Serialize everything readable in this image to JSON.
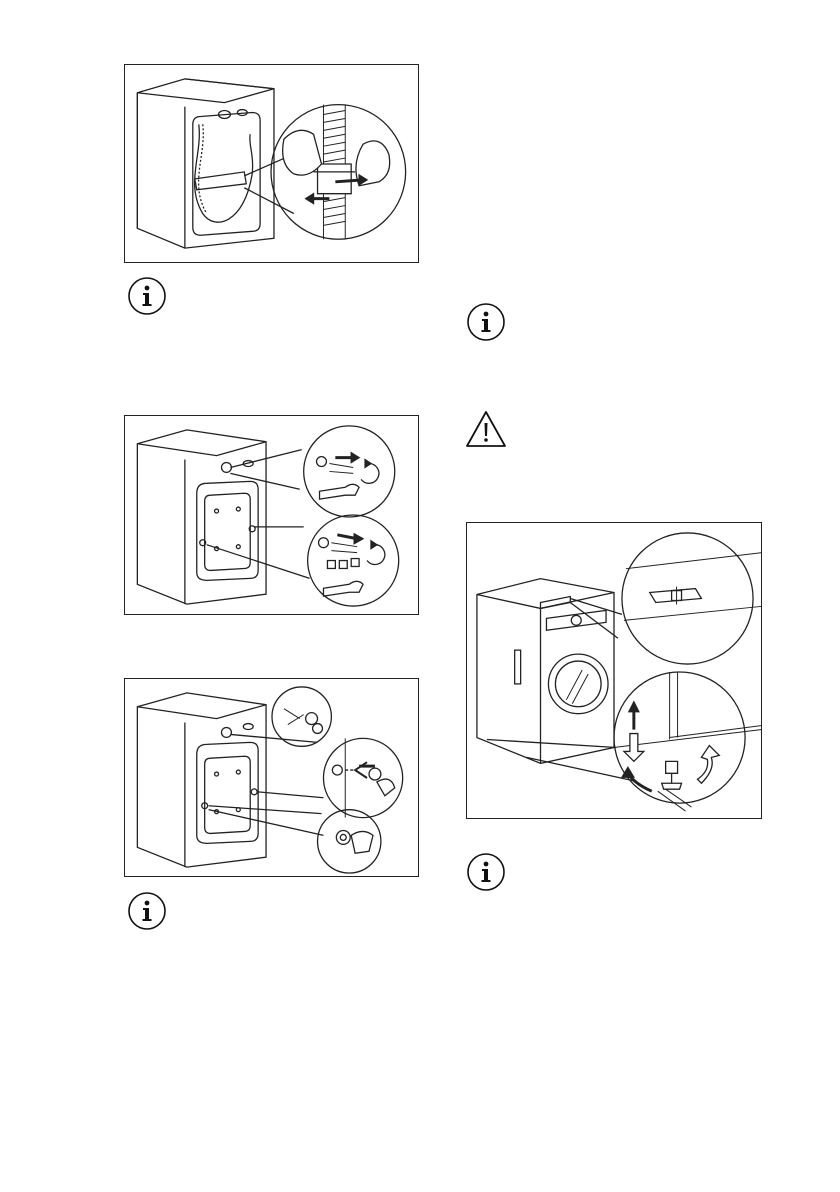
{
  "page": {
    "footer_text": "",
    "colors": {
      "line": "#222222",
      "background": "#ffffff"
    }
  },
  "figures": [
    {
      "id": "fig-transit-clip",
      "icon": "hose-clip-removal-illustration"
    },
    {
      "id": "fig-transit-bolts",
      "icon": "transit-bolt-removal-illustration"
    },
    {
      "id": "fig-plastic-caps",
      "icon": "plastic-caps-insertion-illustration"
    },
    {
      "id": "fig-levelling",
      "icon": "levelling-feet-adjustment-illustration"
    }
  ],
  "notes": [
    {
      "id": "note-1",
      "icon": "info-icon"
    },
    {
      "id": "note-2",
      "icon": "info-icon"
    },
    {
      "id": "note-3",
      "icon": "info-icon"
    },
    {
      "id": "note-4",
      "icon": "info-icon"
    }
  ],
  "warnings": [
    {
      "id": "warning-1",
      "icon": "warning-triangle-icon"
    }
  ]
}
